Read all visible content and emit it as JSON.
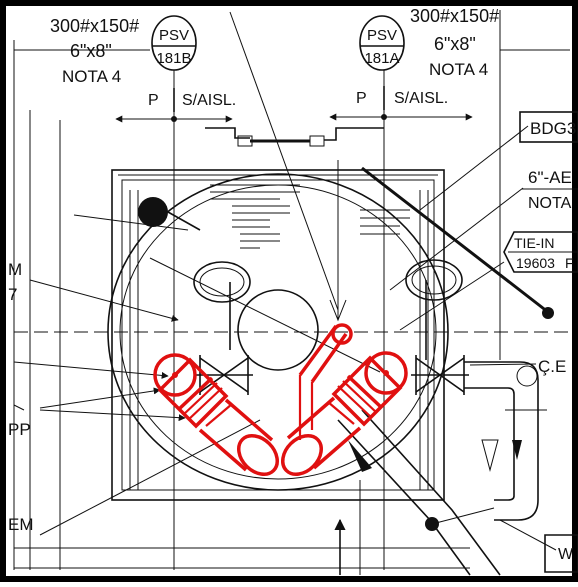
{
  "colors": {
    "ink": "#111111",
    "highlight": "#e01010",
    "background": "#ffffff"
  },
  "left_valve": {
    "rating": "300#x150#",
    "size": "6\"x8\"",
    "note": "NOTA 4",
    "tag_line1": "PSV",
    "tag_line2": "181B"
  },
  "right_valve": {
    "rating": "300#x150#",
    "size": "6\"x8\"",
    "note": "NOTA 4",
    "tag_line1": "PSV",
    "tag_line2": "181A"
  },
  "flow_left": {
    "p": "P",
    "s": "S/AISL."
  },
  "flow_right": {
    "p": "P",
    "s": "S/AISL."
  },
  "right_labels": {
    "bdg": "BDG3",
    "ae": "6\"-AE",
    "nota": "NOTA",
    "tiein1": "TIE-IN",
    "tiein2": "19603",
    "tiein_tail": "F",
    "centerline": "Ç.E",
    "w": "W"
  },
  "left_labels": {
    "m": "M",
    "seven": "7",
    "pp": "PP",
    "em": "EM"
  }
}
